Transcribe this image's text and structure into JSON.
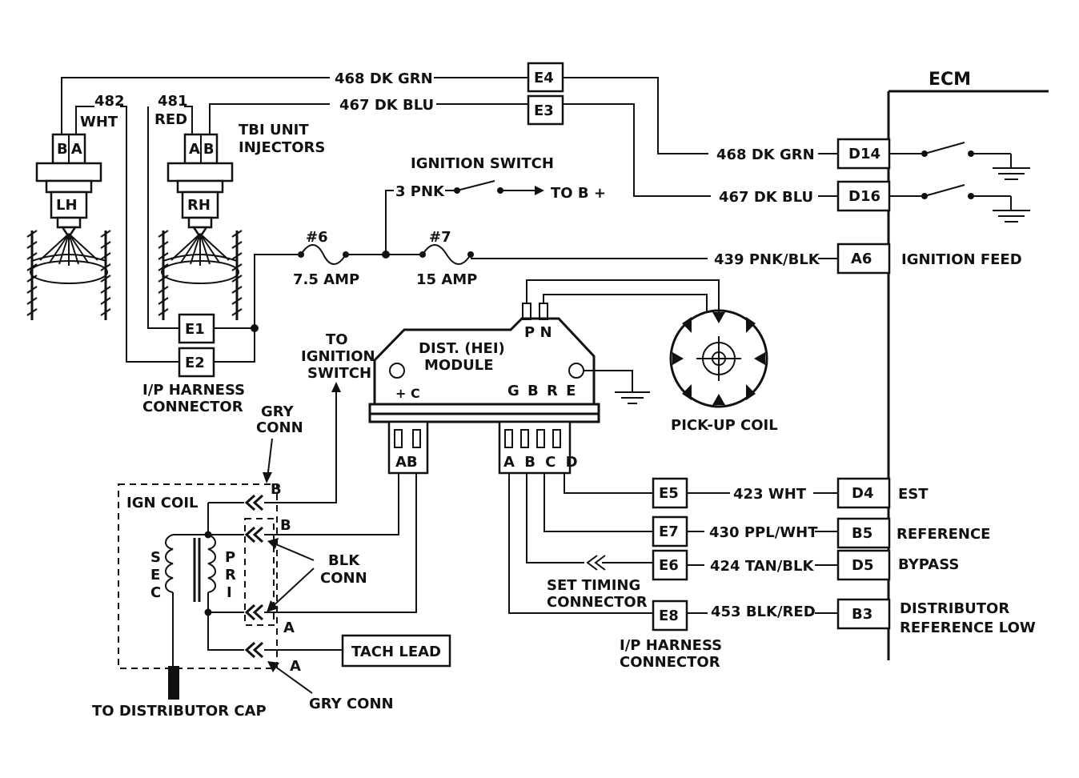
{
  "ecm": {
    "title": "ECM",
    "pins": {
      "d14": "D14",
      "d16": "D16",
      "a6": "A6",
      "d4": "D4",
      "b5": "B5",
      "d5": "D5",
      "b3": "B3"
    },
    "functions": {
      "ignition_feed": "IGNITION FEED",
      "est": "EST",
      "reference": "REFERENCE",
      "bypass": "BYPASS",
      "dist_ref_low_1": "DISTRIBUTOR",
      "dist_ref_low_2": "REFERENCE LOW"
    }
  },
  "wires": {
    "w468_top": "468 DK GRN",
    "w467_top": "467 DK BLU",
    "w468_ecm": "468 DK GRN",
    "w467_ecm": "467 DK BLU",
    "w439": "439 PNK/BLK",
    "w423": "423  WHT",
    "w430": "430 PPL/WHT",
    "w424": "424 TAN/BLK",
    "w453": "453 BLK/RED",
    "w3pnk": "3 PNK",
    "w482_num": "482",
    "w482_color": "WHT",
    "w481_num": "481",
    "w481_color": "RED"
  },
  "harness": {
    "e4": "E4",
    "e3": "E3",
    "e1": "E1",
    "e2": "E2",
    "e5": "E5",
    "e7": "E7",
    "e6": "E6",
    "e8": "E8",
    "ip_label_left_1": "I/P HARNESS",
    "ip_label_left_2": "CONNECTOR",
    "ip_label_right_1": "I/P HARNESS",
    "ip_label_right_2": "CONNECTOR"
  },
  "injectors": {
    "lh": "LH",
    "rh": "RH",
    "lh_pins": "BA",
    "rh_pins": "AB",
    "label_1": "TBI UNIT",
    "label_2": "INJECTORS"
  },
  "ignition_switch": {
    "label": "IGNITION SWITCH",
    "to_b": "TO B +"
  },
  "fuses": {
    "f6_num": "#6",
    "f6_rating": "7.5 AMP",
    "f7_num": "#7",
    "f7_rating": "15 AMP"
  },
  "module": {
    "title_1": "DIST. (HEI)",
    "title_2": "MODULE",
    "pins_top": "P N",
    "pins_left": "+ C",
    "pins_right": "G B R E",
    "conn_left": "AB",
    "conn_right": "A B C D"
  },
  "pickup": {
    "label": "PICK-UP COIL"
  },
  "to_ign_switch": {
    "line1": "TO",
    "line2": "IGNITION",
    "line3": "SWITCH"
  },
  "coil": {
    "label": "IGN COIL",
    "sec": [
      "S",
      "E",
      "C"
    ],
    "pri": [
      "P",
      "R",
      "I"
    ],
    "gry_conn_top_1": "GRY",
    "gry_conn_top_2": "CONN",
    "blk_conn_1": "BLK",
    "blk_conn_2": "CONN",
    "gry_conn_bottom": "GRY CONN",
    "pin_b_gry": "B",
    "pin_b_blk": "B",
    "pin_a_blk": "A",
    "pin_a_gry": "A",
    "to_dist_cap": "TO DISTRIBUTOR CAP"
  },
  "tach": {
    "label": "TACH LEAD"
  },
  "set_timing": {
    "line1": "SET TIMING",
    "line2": "CONNECTOR"
  }
}
